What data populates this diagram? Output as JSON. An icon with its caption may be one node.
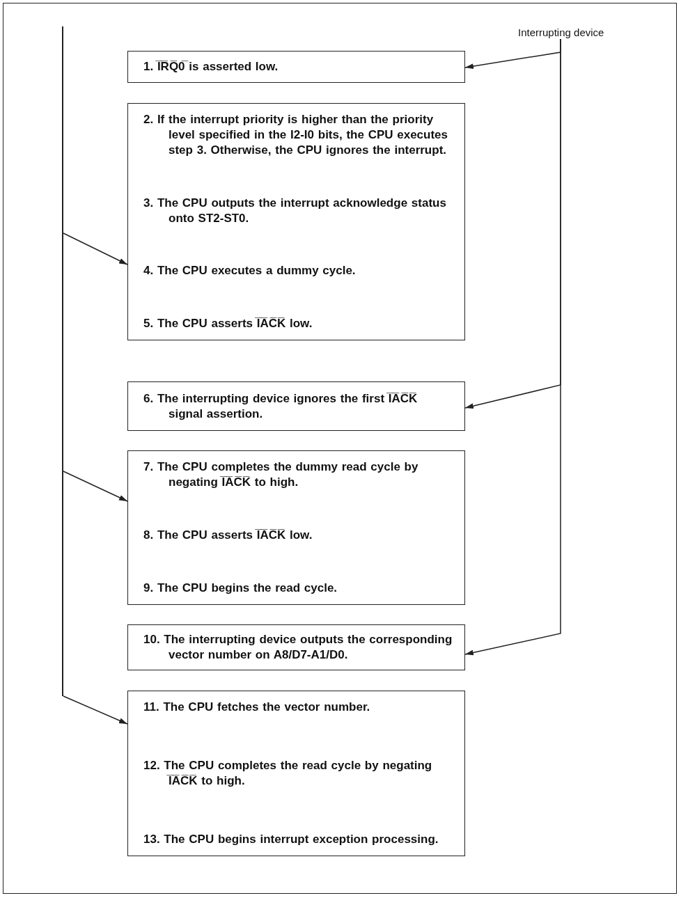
{
  "diagram": {
    "nodes": [
      {
        "text": [],
        "shape": "bar"
      },
      {
        "text": [
          "Interrupting device"
        ]
      },
      {
        "text": [
          "1. I̅R̅Q̅0̅ is asserted low."
        ]
      },
      {
        "text": [
          "2. If the interrupt priority is higher than the priority level specified in the I2-I0 bits, the CPU executes step 3. Otherwise, the CPU ignores the interrupt.",
          "3. The CPU outputs the interrupt acknowledge status onto ST2-ST0.",
          "4. The CPU executes a dummy cycle.",
          "5. The CPU asserts I̅A̅C̅K̅ low."
        ]
      },
      {
        "text": [
          "6. The interrupting device ignores the first I̅A̅C̅K̅ signal assertion."
        ]
      },
      {
        "text": [
          "7. The CPU completes the dummy read cycle by negating I̅A̅C̅K̅ to high.",
          "8. The CPU asserts I̅A̅C̅K̅ low.",
          "9. The CPU begins the read cycle."
        ]
      },
      {
        "text": [
          "10. The interrupting device outputs the corresponding vector number on A8/D7-A1/D0."
        ]
      },
      {
        "text": [
          "11. The CPU fetches the vector number.",
          "12. The CPU completes the read cycle by negating I̅A̅C̅K̅ to high.",
          "13. The CPU begins interrupt exception processing."
        ]
      }
    ],
    "edges": [
      {
        "from": 1,
        "to": 2,
        "arrow": "to"
      },
      {
        "from": 0,
        "to": 3,
        "arrow": "to"
      },
      {
        "from": 1,
        "to": 4,
        "arrow": "to"
      },
      {
        "from": 0,
        "to": 5,
        "arrow": "to"
      },
      {
        "from": 1,
        "to": 6,
        "arrow": "to"
      },
      {
        "from": 0,
        "to": 7,
        "arrow": "to"
      }
    ]
  }
}
